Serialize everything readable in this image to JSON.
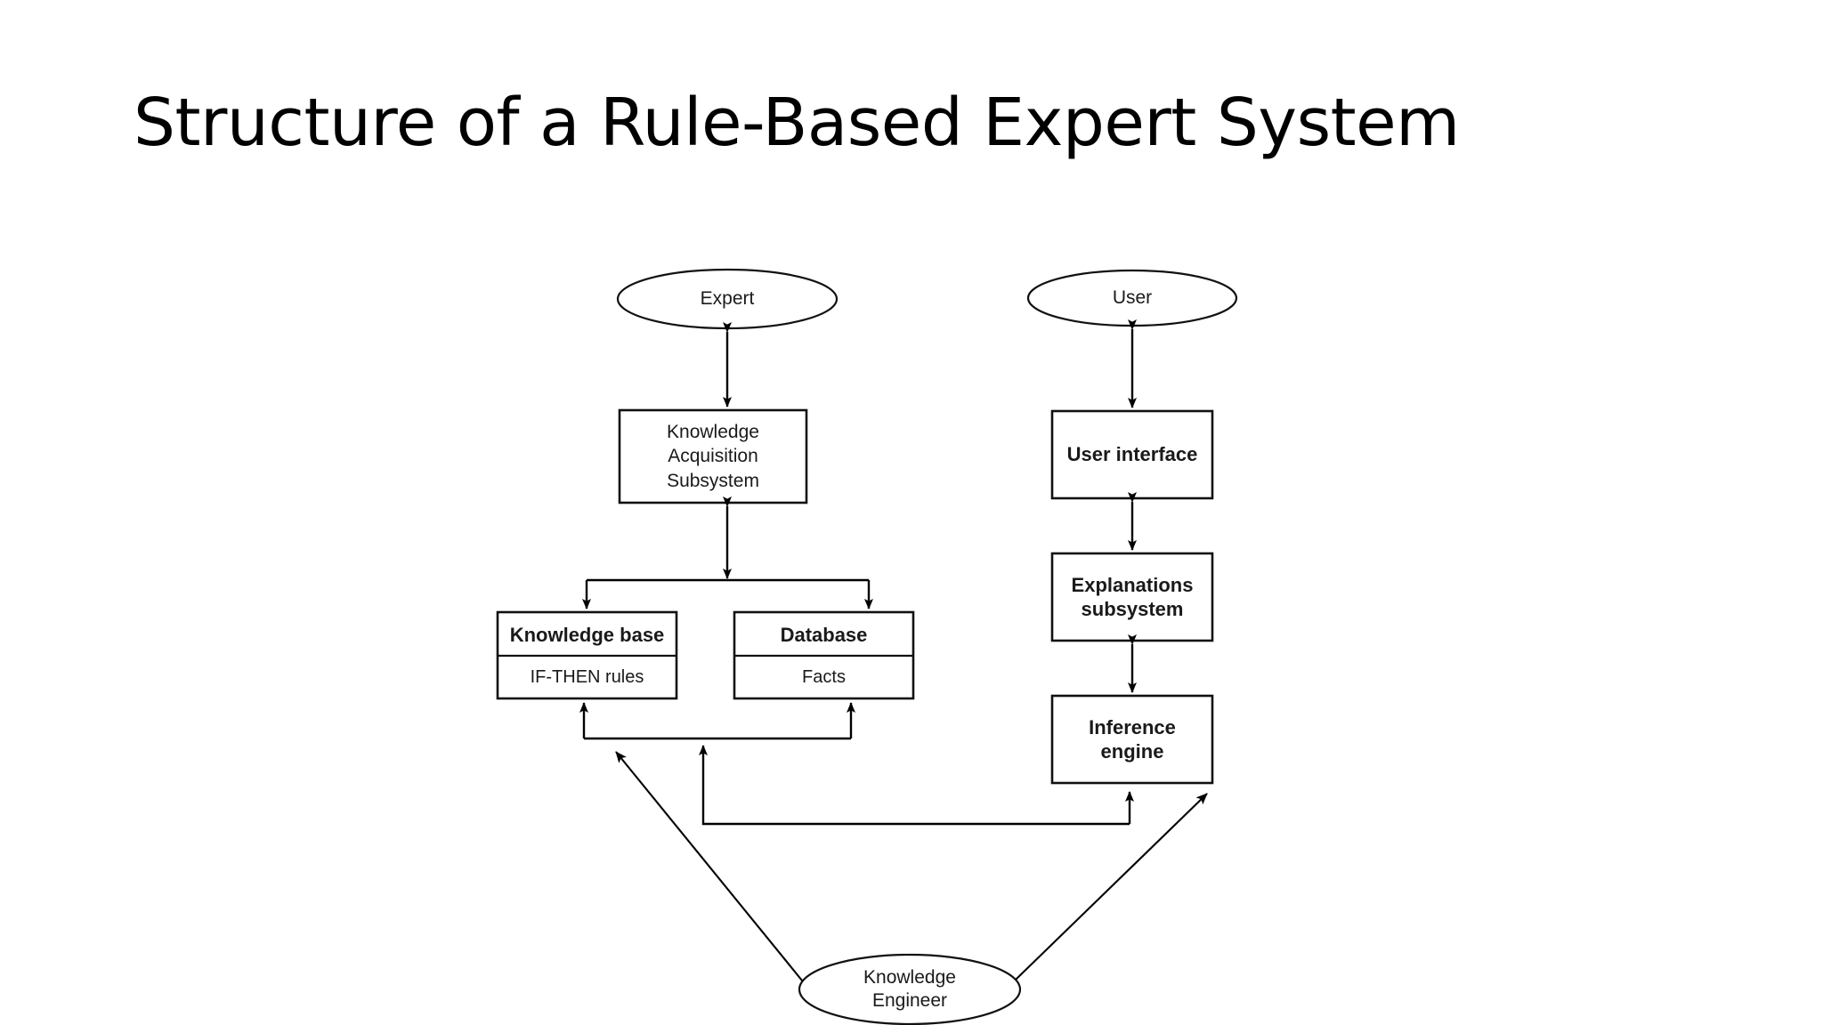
{
  "slide": {
    "title": "Structure of a Rule-Based Expert System",
    "background_color": "#ffffff",
    "stroke_color": "#000000",
    "text_color": "#1a1a1a"
  },
  "diagram": {
    "type": "flowchart",
    "nodes": [
      {
        "id": "expert",
        "shape": "ellipse",
        "label": "Expert",
        "bold": false
      },
      {
        "id": "user",
        "shape": "ellipse",
        "label": "User",
        "bold": false
      },
      {
        "id": "knowledge-acquisition-subsystem",
        "shape": "rect",
        "label": "Knowledge\nAcquisition\nSubsystem",
        "line1": "Knowledge",
        "line2": "Acquisition",
        "line3": "Subsystem",
        "bold": false
      },
      {
        "id": "user-interface",
        "shape": "rect",
        "label": "User interface",
        "bold": true
      },
      {
        "id": "knowledge-base",
        "shape": "rect-split",
        "label": "Knowledge base",
        "sub_label": "IF-THEN rules",
        "bold": true
      },
      {
        "id": "database",
        "shape": "rect-split",
        "label": "Database",
        "sub_label": "Facts",
        "bold": true
      },
      {
        "id": "explanations-subsystem",
        "shape": "rect",
        "label": "Explanations subsystem",
        "line1": "Explanations",
        "line2": "subsystem",
        "bold": true
      },
      {
        "id": "inference-engine",
        "shape": "rect",
        "label": "Inference engine",
        "line1": "Inference",
        "line2": "engine",
        "bold": true
      },
      {
        "id": "knowledge-engineer",
        "shape": "ellipse",
        "label": "Knowledge Engineer",
        "line1": "Knowledge",
        "line2": "Engineer",
        "bold": false
      }
    ],
    "edges": [
      {
        "from": "expert",
        "to": "knowledge-acquisition-subsystem",
        "arrows": "both"
      },
      {
        "from": "knowledge-acquisition-subsystem",
        "to": "knowledge-base",
        "arrows": "both"
      },
      {
        "from": "knowledge-acquisition-subsystem",
        "to": "database",
        "arrows": "both"
      },
      {
        "from": "user",
        "to": "user-interface",
        "arrows": "both"
      },
      {
        "from": "user-interface",
        "to": "explanations-subsystem",
        "arrows": "both"
      },
      {
        "from": "explanations-subsystem",
        "to": "inference-engine",
        "arrows": "both"
      },
      {
        "from": "inference-engine",
        "to": "knowledge-base",
        "arrows": "both"
      },
      {
        "from": "inference-engine",
        "to": "database",
        "arrows": "both"
      },
      {
        "from": "knowledge-engineer",
        "to": "knowledge-base",
        "arrows": "both"
      },
      {
        "from": "knowledge-engineer",
        "to": "inference-engine",
        "arrows": "both"
      }
    ]
  }
}
